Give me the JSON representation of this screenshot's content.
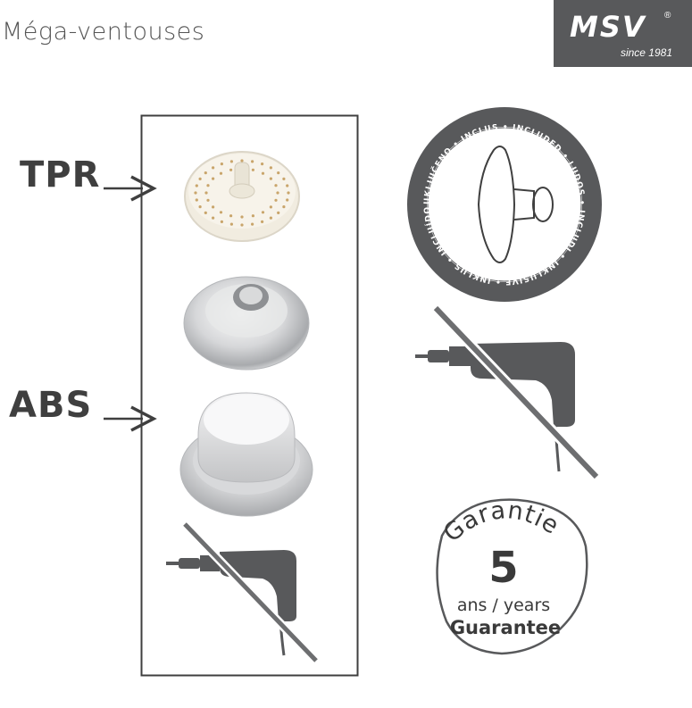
{
  "header": {
    "title": "Méga-ventouses",
    "brand": "MSV",
    "brand_reg": "®",
    "brand_since": "since 1981"
  },
  "labels": {
    "tpr": "TPR",
    "abs": "ABS"
  },
  "included_badge": {
    "ring_text": "UKLJUČENO • INCLUS • INCLUDED • LUDOS • INCLUDI • INKLUSIVE • INKLUS • INCLUÍDOS •"
  },
  "guarantee": {
    "word_fr": "Garantie",
    "years": "5",
    "units": "ans / years",
    "word_en": "Guarantee"
  },
  "colors": {
    "dark_gray": "#58595b",
    "ink": "#3f3f3f",
    "slash": "#6d6e70"
  },
  "icons": [
    "arrow-icon",
    "suction-cup-icon",
    "no-drill-icon",
    "guarantee-badge-icon"
  ]
}
